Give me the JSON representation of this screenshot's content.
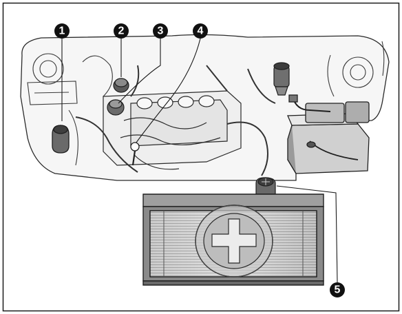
{
  "diagram": {
    "callouts": [
      {
        "id": "callout-1",
        "number": "1"
      },
      {
        "id": "callout-2",
        "number": "2"
      },
      {
        "id": "callout-3",
        "number": "3"
      },
      {
        "id": "callout-4",
        "number": "4"
      },
      {
        "id": "callout-5",
        "number": "5"
      }
    ]
  },
  "colors": {
    "frame": "#1a1a1a",
    "line": "#2a2a2a",
    "fill_light": "#f2f2f2",
    "fill_mid": "#c8c8c8",
    "fill_dark": "#7a7a7a",
    "callout_bg": "#111111"
  }
}
